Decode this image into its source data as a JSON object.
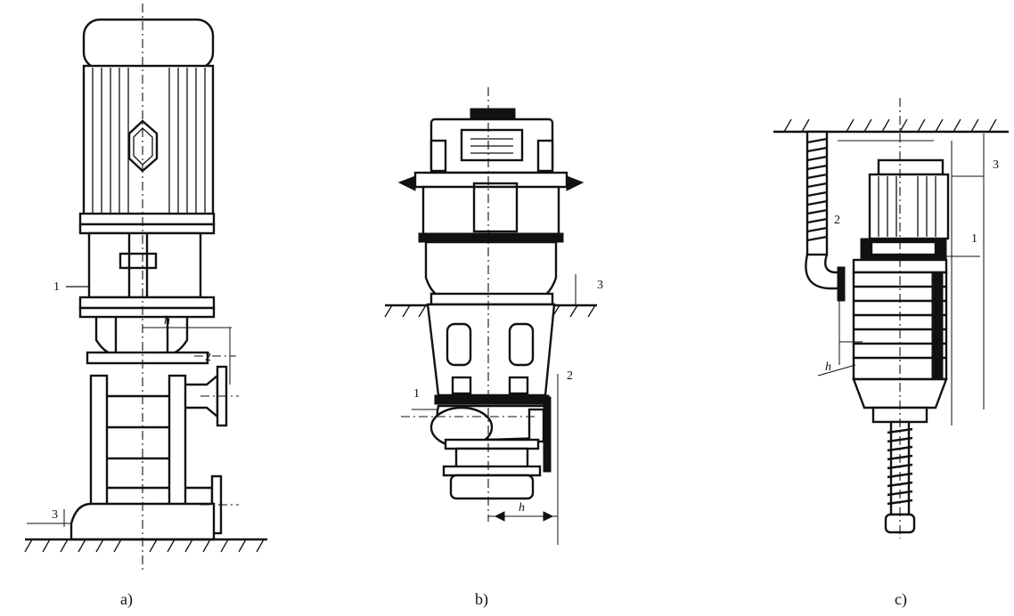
{
  "figure": {
    "panels": [
      {
        "caption": "a)",
        "labels": {
          "one": "1",
          "two": "2",
          "three": "3",
          "h": "h"
        }
      },
      {
        "caption": "b)",
        "labels": {
          "one": "1",
          "two": "2",
          "three": "3",
          "h": "h"
        }
      },
      {
        "caption": "c)",
        "labels": {
          "one": "1",
          "two": "2",
          "three": "3",
          "h": "h"
        }
      }
    ]
  }
}
